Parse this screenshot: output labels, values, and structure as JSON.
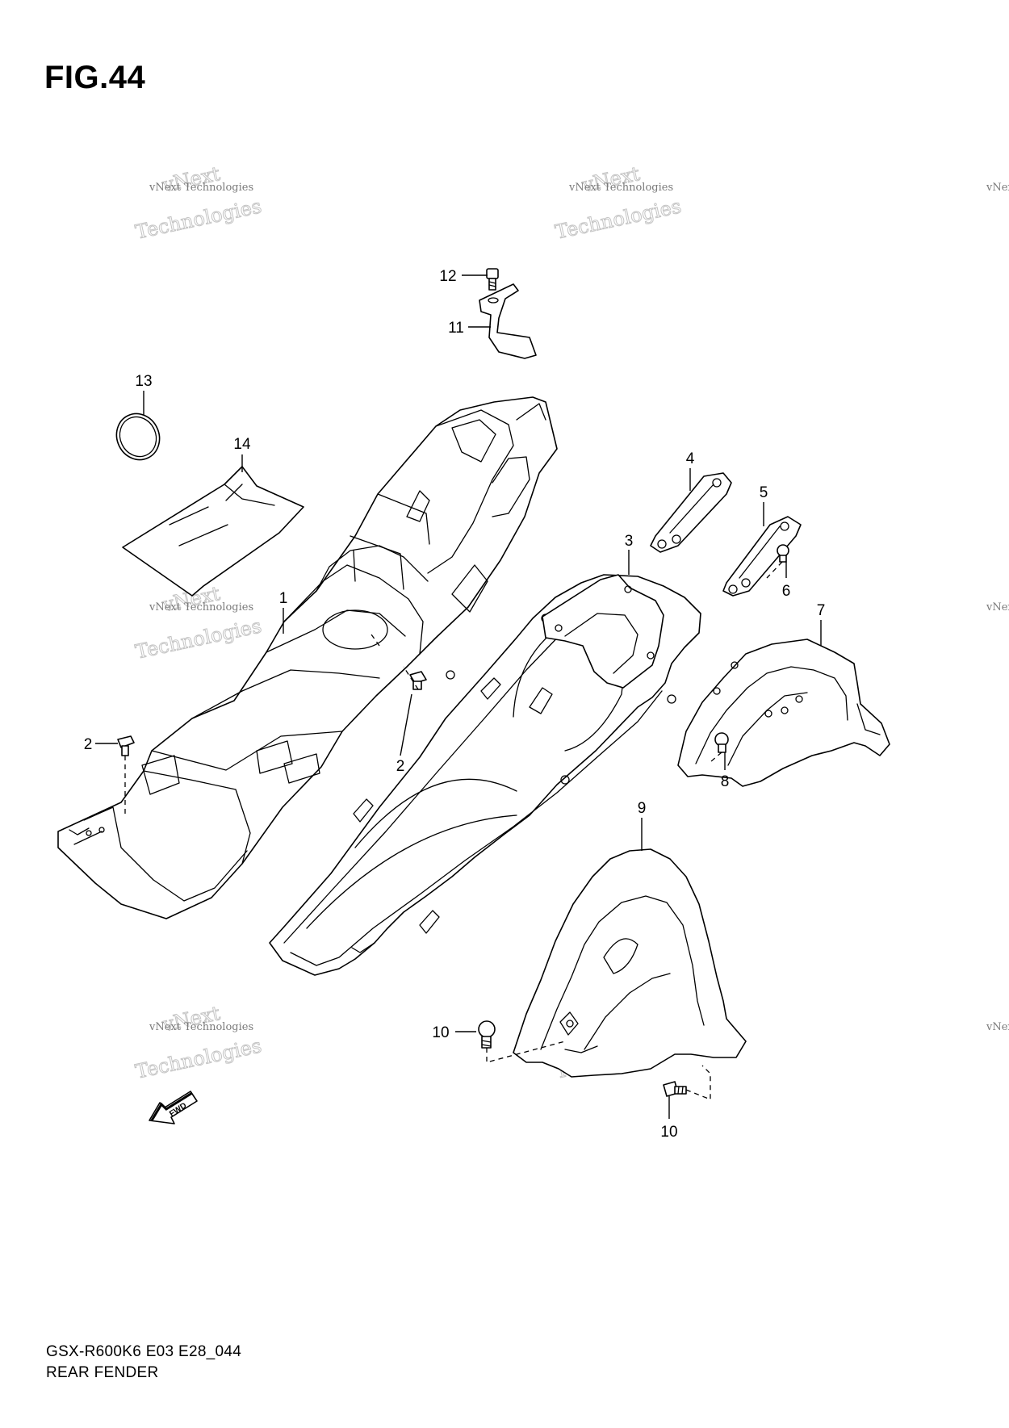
{
  "figure": {
    "title": "FIG.44"
  },
  "callouts": [
    "1",
    "2",
    "2",
    "3",
    "4",
    "5",
    "6",
    "7",
    "8",
    "9",
    "10",
    "10",
    "11",
    "12",
    "13",
    "14"
  ],
  "fwd_label": "FWD",
  "watermark": {
    "line1": "vNext Technologies",
    "line2": "vNext",
    "line3": "Technologies"
  },
  "footer": {
    "model_code": "GSX-R600K6 E03 E28_044",
    "section_name": "REAR FENDER"
  }
}
